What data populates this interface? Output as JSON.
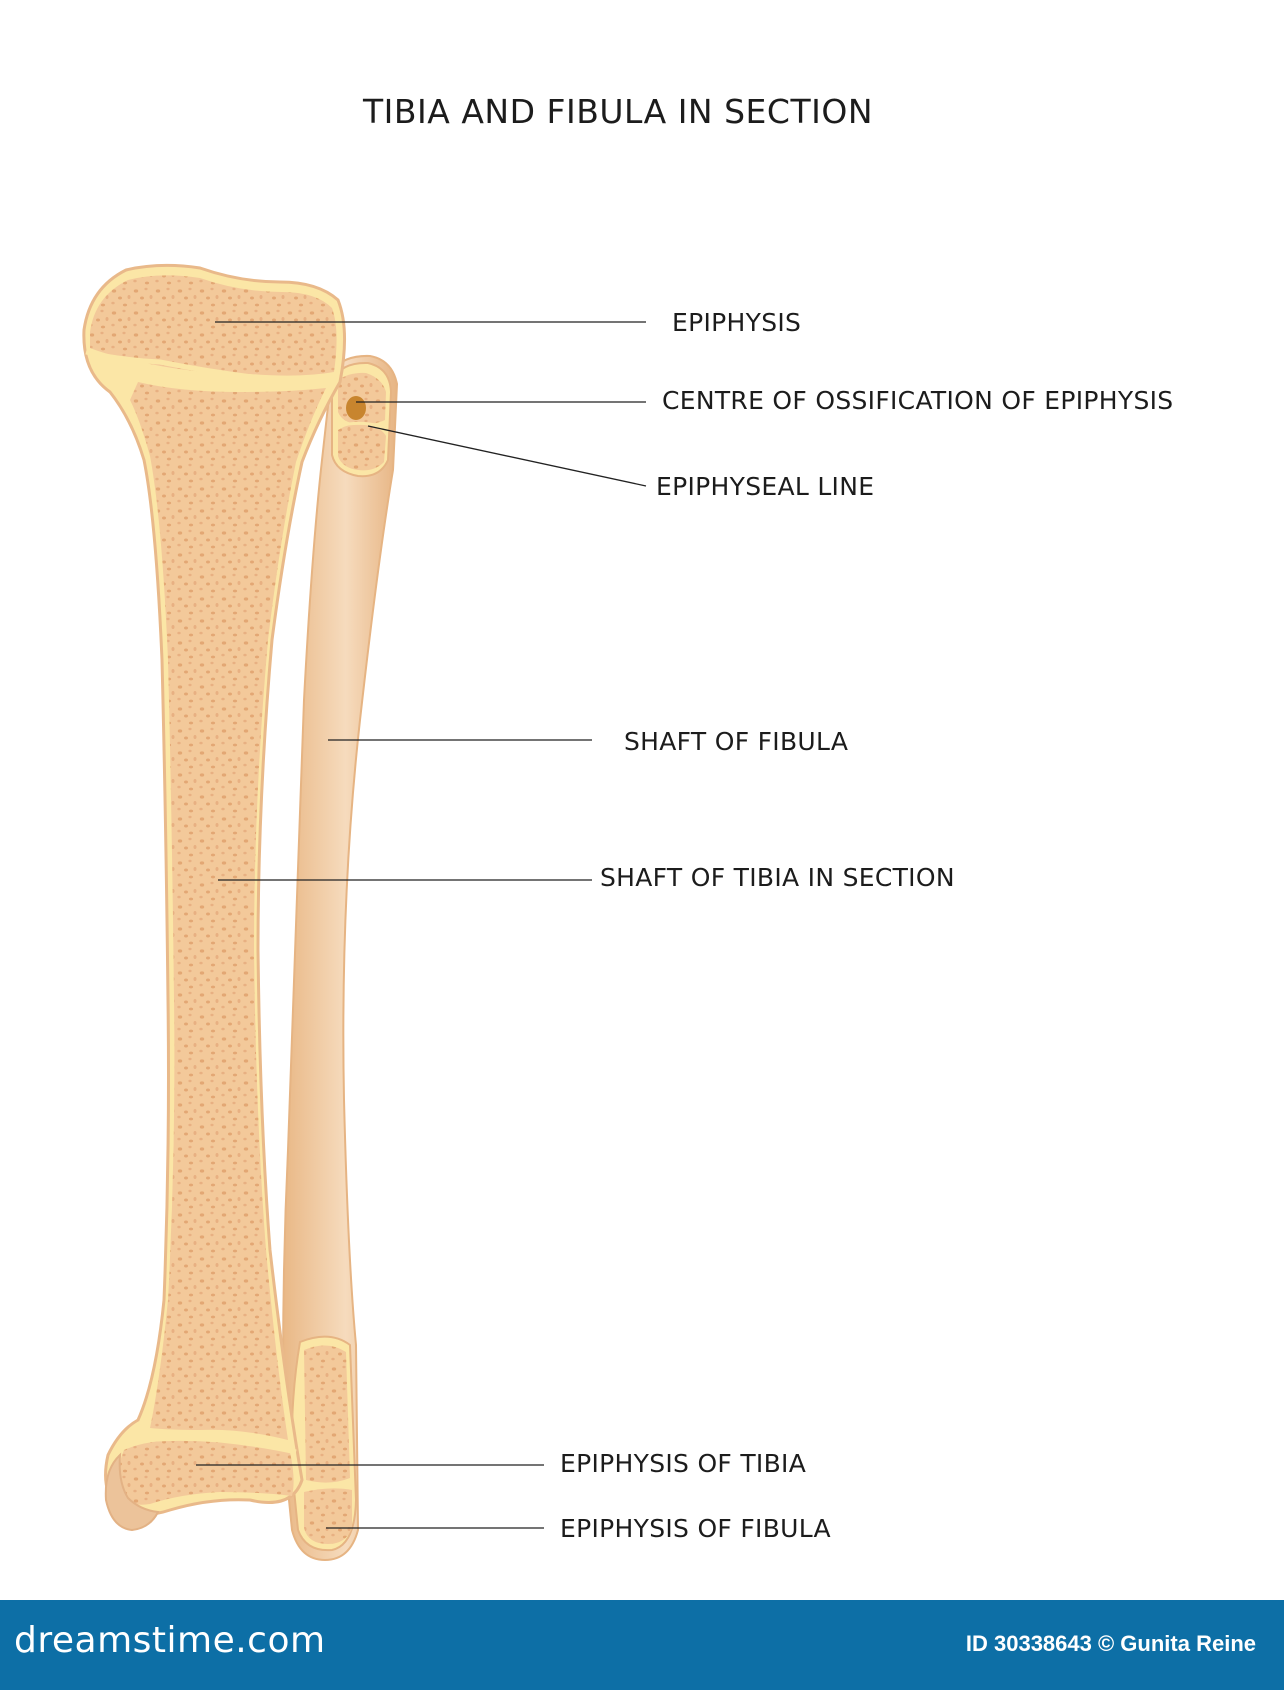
{
  "title": "TIBIA AND FIBULA IN SECTION",
  "labels": {
    "epiphysis": "EPIPHYSIS",
    "centre_of_ossification": "CENTRE OF OSSIFICATION OF EPIPHYSIS",
    "epiphyseal_line": "EPIPHYSEAL LINE",
    "shaft_of_fibula": "SHAFT OF FIBULA",
    "shaft_of_tibia": "SHAFT OF TIBIA IN SECTION",
    "epiphysis_of_tibia": "EPIPHYSIS OF TIBIA",
    "epiphysis_of_fibula": "EPIPHYSIS OF FIBULA"
  },
  "footer": {
    "brand": "dreamstime.com",
    "credit": "ID 30338643 © Gunita Reine"
  },
  "colors": {
    "bone_fill": "#f3c99a",
    "bone_rim": "#fbe6a6",
    "bone_outline": "#e9b98a",
    "fibula_shaft": "#efc69c",
    "ossification_centre": "#c8852e",
    "footer_bar": "#0d6fa6"
  }
}
